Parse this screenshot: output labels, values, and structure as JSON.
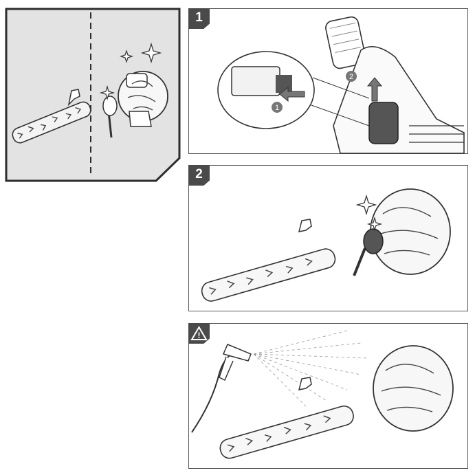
{
  "steps": [
    {
      "number": "1",
      "callouts": [
        "1",
        "2"
      ]
    },
    {
      "number": "2"
    },
    {
      "number": "!",
      "icon": "warning-icon"
    }
  ],
  "colors": {
    "badge": "#4a4a4a",
    "overview_bg": "#e2e2e2",
    "outline": "#3a3a3a"
  }
}
